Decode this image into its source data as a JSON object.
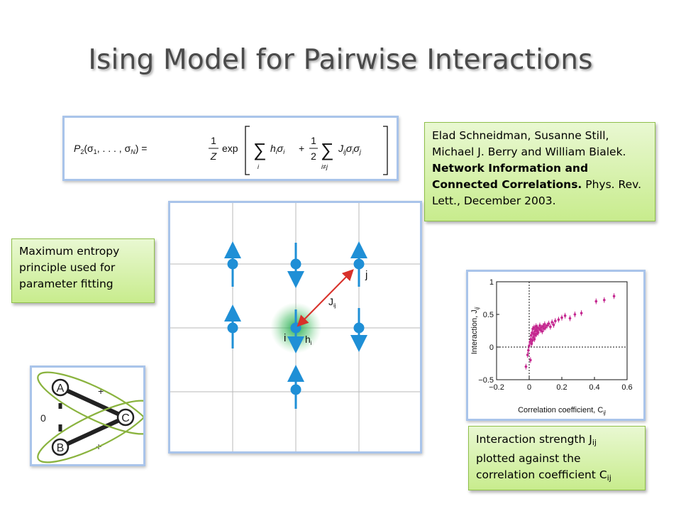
{
  "slide": {
    "title": "Ising Model for Pairwise Interactions"
  },
  "equation": {
    "lhs": "P",
    "lhs_sub": "2",
    "args": "(σ",
    "args_sub1": "1",
    "args_mid": ", . . . , σ",
    "args_subN": "N",
    "args_close": ") =",
    "frac1_num": "1",
    "frac1_den": "Z",
    "exp": "exp",
    "sum1_index": "i",
    "term1": "h",
    "term1_sub": "i",
    "term1b": "σ",
    "term1b_sub": "i",
    "plus": "+",
    "frac2_num": "1",
    "frac2_den": "2",
    "sum2_index": "i≠j",
    "term2": "J",
    "term2_sub": "ij",
    "term2b": "σ",
    "term2b_sub1": "i",
    "term2c": "σ",
    "term2c_sub": "j"
  },
  "citation": {
    "authors": "Elad Schneidman, Susanne Still, Michael J. Berry and William Bialek.",
    "paper": "Network Information and Connected Correlations.",
    "journal": "Phys. Rev. Lett., December 2003."
  },
  "max_entropy_note": {
    "text": "Maximum entropy principle used for parameter fitting"
  },
  "interaction_note": {
    "line1": "Interaction strength J",
    "line1_sub": "ij",
    "line2": "plotted against the",
    "line3": "correlation coefficient C",
    "line3_sub": "ij"
  },
  "lattice": {
    "label_i": "i",
    "label_j": "j",
    "label_h": "h",
    "label_h_sub": "i",
    "label_J": "J",
    "label_J_sub": "ij",
    "color_spin": "#1f8fd6",
    "color_arrow": "#d8312a"
  },
  "triangle": {
    "node_a": "A",
    "node_b": "B",
    "node_c": "C",
    "edge_ac": "+",
    "edge_bc": "+",
    "edge_ab": "0",
    "color_ellipse": "#8ab33e"
  },
  "chart_data": {
    "type": "scatter",
    "xlabel": "Correlation coefficient, C",
    "xlabel_sub": "ij",
    "ylabel": "Interaction, J",
    "ylabel_sub": "ij",
    "xlim": [
      -0.2,
      0.6
    ],
    "ylim": [
      -0.5,
      1.0
    ],
    "xticks": [
      "−0.2",
      "0",
      "0.2",
      "0.4",
      "0.6"
    ],
    "xtick_values": [
      -0.2,
      0,
      0.2,
      0.4,
      0.6
    ],
    "yticks": [
      "−0.5",
      "0",
      "0.5",
      "1"
    ],
    "ytick_values": [
      -0.5,
      0,
      0.5,
      1
    ],
    "color": "#c4278f",
    "points": [
      [
        -0.01,
        -0.12
      ],
      [
        -0.005,
        -0.05
      ],
      [
        0.0,
        0.02
      ],
      [
        0.005,
        0.08
      ],
      [
        0.008,
        -0.2
      ],
      [
        0.01,
        0.12
      ],
      [
        0.012,
        0.18
      ],
      [
        0.015,
        0.05
      ],
      [
        0.018,
        0.22
      ],
      [
        0.02,
        0.1
      ],
      [
        0.022,
        0.28
      ],
      [
        0.025,
        0.15
      ],
      [
        0.028,
        0.2
      ],
      [
        0.03,
        0.3
      ],
      [
        0.032,
        0.12
      ],
      [
        0.035,
        0.24
      ],
      [
        0.038,
        0.18
      ],
      [
        0.04,
        0.27
      ],
      [
        0.042,
        0.32
      ],
      [
        0.045,
        0.2
      ],
      [
        0.048,
        0.25
      ],
      [
        0.05,
        0.3
      ],
      [
        0.055,
        0.22
      ],
      [
        0.06,
        0.28
      ],
      [
        0.065,
        0.33
      ],
      [
        0.07,
        0.26
      ],
      [
        0.075,
        0.3
      ],
      [
        0.08,
        0.24
      ],
      [
        0.085,
        0.32
      ],
      [
        0.09,
        0.28
      ],
      [
        0.095,
        0.35
      ],
      [
        0.1,
        0.3
      ],
      [
        0.11,
        0.33
      ],
      [
        0.12,
        0.36
      ],
      [
        0.13,
        0.31
      ],
      [
        0.14,
        0.38
      ],
      [
        0.15,
        0.34
      ],
      [
        0.16,
        0.4
      ],
      [
        0.18,
        0.42
      ],
      [
        0.2,
        0.45
      ],
      [
        0.22,
        0.48
      ],
      [
        0.25,
        0.44
      ],
      [
        0.28,
        0.5
      ],
      [
        0.32,
        0.52
      ],
      [
        0.41,
        0.7
      ],
      [
        0.46,
        0.72
      ],
      [
        0.52,
        0.78
      ],
      [
        -0.02,
        -0.3
      ]
    ]
  }
}
